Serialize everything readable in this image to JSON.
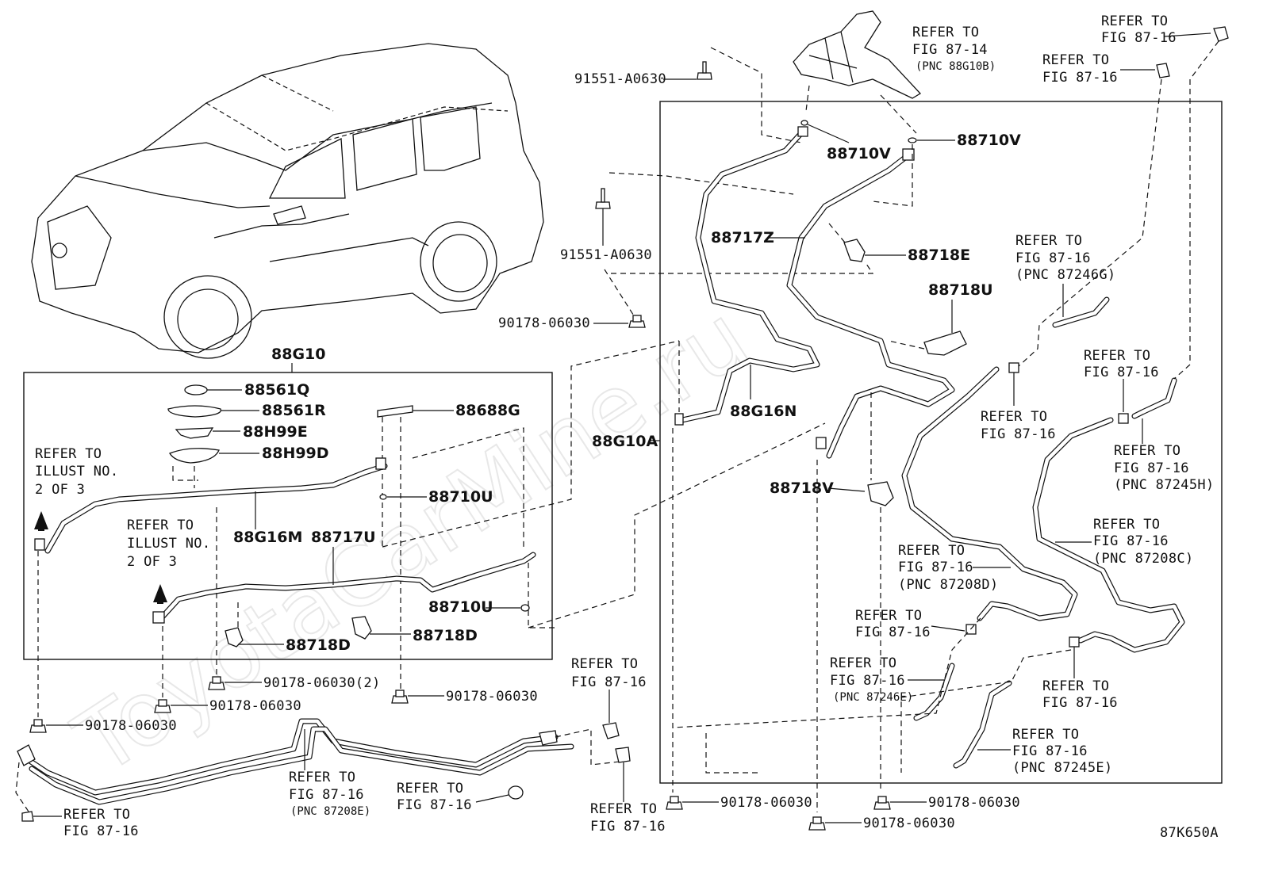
{
  "watermark": "ToyotaCarMine.ru",
  "figure_code": "87K650A",
  "group_label": "88G10",
  "labels": {
    "l88561q": "88561Q",
    "l88561r": "88561R",
    "l88h99e": "88H99E",
    "l88h99d": "88H99D",
    "l88688g": "88688G",
    "l88710u_a": "88710U",
    "l88710u_b": "88710U",
    "l88g16m": "88G16M",
    "l88717u": "88717U",
    "l88718d_a": "88718D",
    "l88718d_b": "88718D",
    "l88g10a": "88G10A",
    "l88g16n": "88G16N",
    "l88710v_a": "88710V",
    "l88710v_b": "88710V",
    "l88717z": "88717Z",
    "l88718e": "88718E",
    "l88718u": "88718U",
    "l88718v": "88718V",
    "b91551_top": "91551-A0630",
    "b91551_mid": "91551-A0630",
    "n90178_mid": "90178-06030",
    "n90178_left": "90178-06030",
    "n90178_2": "90178-06030(2)",
    "n90178_b": "90178-06030",
    "n90178_c": "90178-06030",
    "n90178_r1": "90178-06030",
    "n90178_r2": "90178-06030",
    "n90178_r3": "90178-06030"
  },
  "refer": {
    "r1": [
      "REFER TO",
      "FIG 87-14",
      "(PNC 88G10B)"
    ],
    "r2": [
      "REFER TO",
      "FIG 87-16"
    ],
    "r3": [
      "REFER TO",
      "FIG 87-16"
    ],
    "r4": [
      "REFER TO",
      "FIG 87-16",
      "(PNC 87246G)"
    ],
    "r5": [
      "REFER TO",
      "FIG 87-16"
    ],
    "r6": [
      "REFER TO",
      "FIG 87-16"
    ],
    "r7": [
      "REFER TO",
      "FIG 87-16",
      "(PNC 87245H)"
    ],
    "r8": [
      "REFER TO",
      "FIG 87-16",
      "(PNC 87208C)"
    ],
    "r9": [
      "REFER TO",
      "FIG 87-16",
      "(PNC 87208D)"
    ],
    "r10": [
      "REFER TO",
      "FIG 87-16"
    ],
    "r11": [
      "REFER TO",
      "FIG 87-16",
      "(PNC 87246E)"
    ],
    "r12": [
      "REFER TO",
      "FIG 87-16"
    ],
    "r13": [
      "REFER TO",
      "FIG 87-16",
      "(PNC 87245E)"
    ],
    "r14": [
      "REFER TO",
      "FIG 87-16"
    ],
    "r15": [
      "REFER TO",
      "FIG 87-16"
    ],
    "r16": [
      "REFER TO",
      "FIG 87-16"
    ],
    "r17": [
      "REFER TO",
      "FIG 87-16",
      "(PNC 87208E)"
    ],
    "r18": [
      "REFER TO",
      "FIG 87-16"
    ],
    "ill1": [
      "REFER TO",
      "ILLUST NO.",
      "2 OF 3"
    ],
    "ill2": [
      "REFER TO",
      "ILLUST NO.",
      "2 OF 3"
    ]
  }
}
